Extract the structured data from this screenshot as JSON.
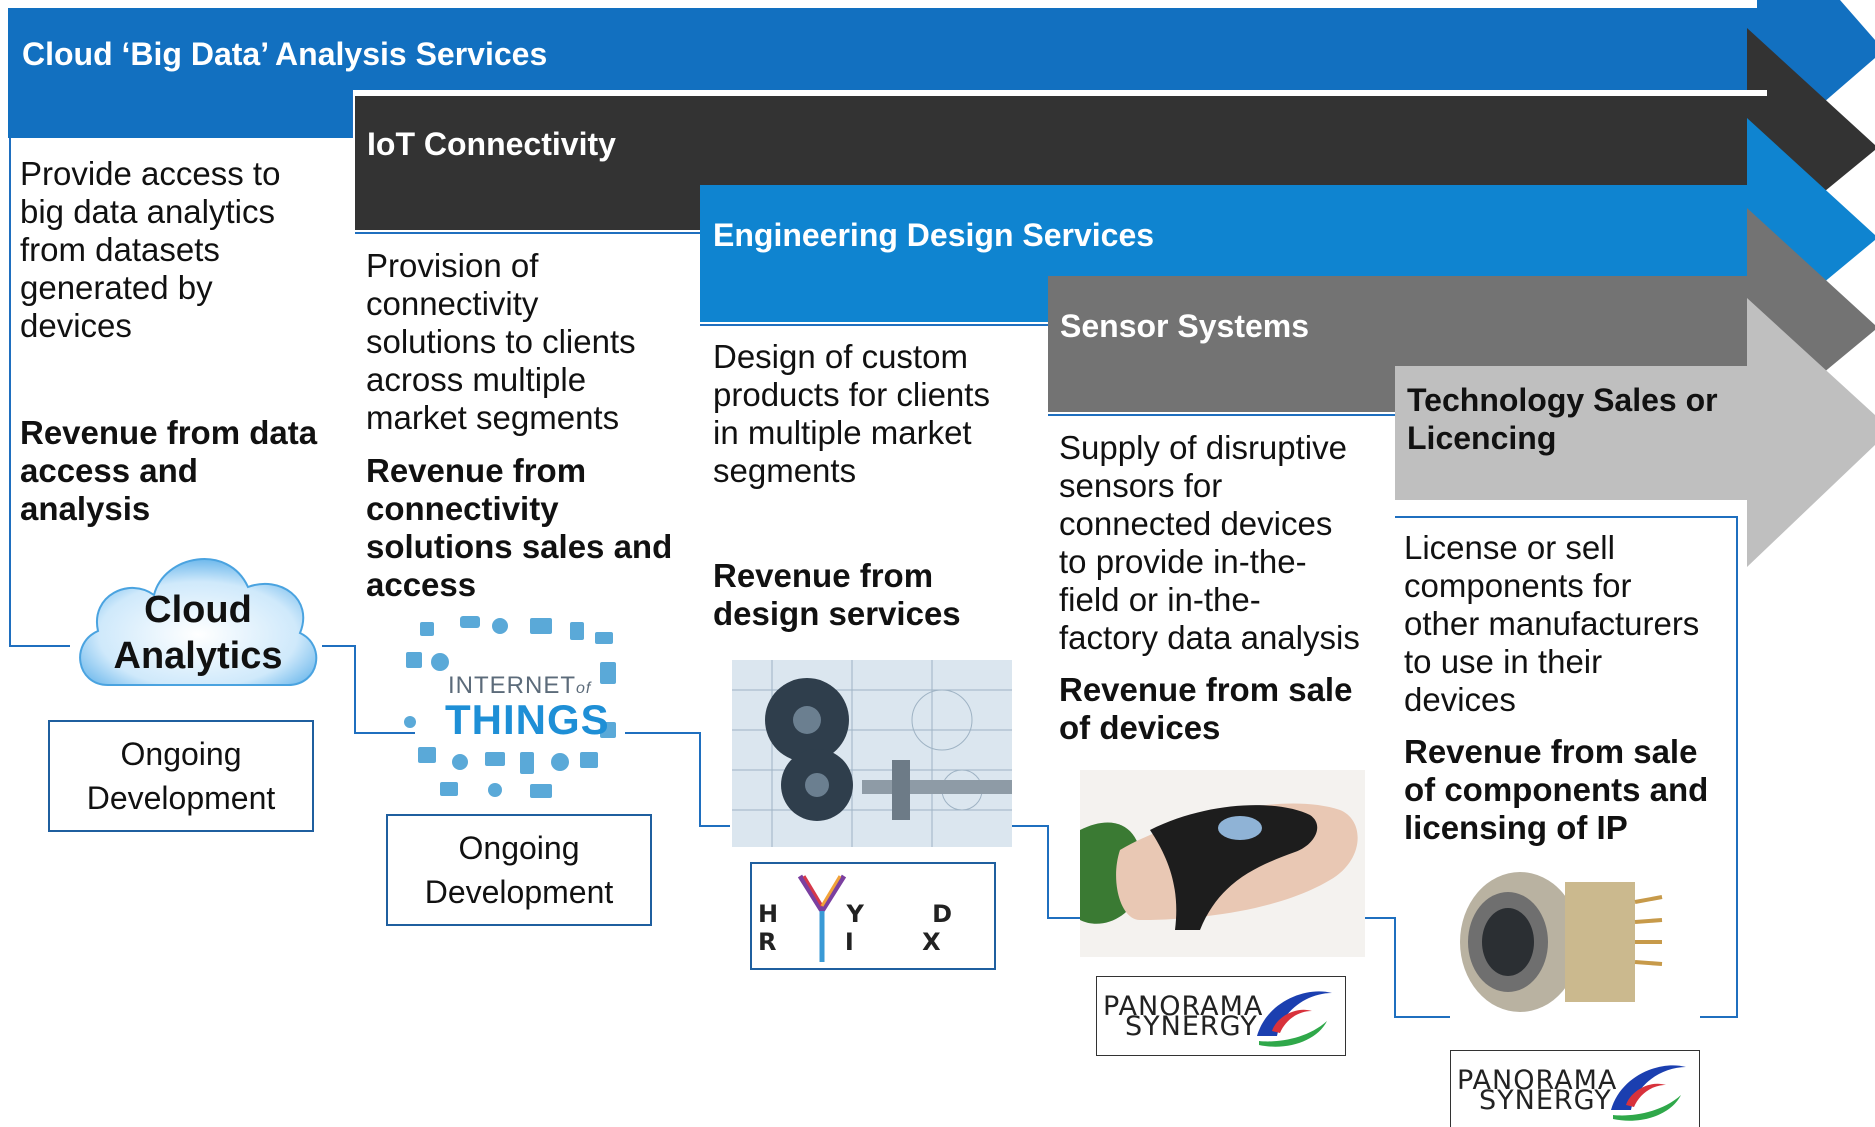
{
  "bands": [
    {
      "title": "Cloud ‘Big Data’ Analysis Services",
      "color": "#1270c0",
      "description": [
        "Provide access to",
        "big data analytics",
        "from datasets",
        "generated by",
        "devices"
      ],
      "revenue": [
        "Revenue from data",
        "access and",
        "analysis"
      ],
      "image_label": [
        "Cloud",
        "Analytics"
      ],
      "status": [
        "Ongoing",
        "Development"
      ]
    },
    {
      "title": "IoT Connectivity",
      "color": "#333333",
      "description": [
        "Provision of",
        "connectivity",
        "solutions to clients",
        "across multiple",
        "market segments"
      ],
      "revenue": [
        "Revenue from",
        "connectivity",
        "solutions sales and",
        "access"
      ],
      "image_label": [
        "INTERNET",
        "of",
        "THINGS"
      ],
      "status": [
        "Ongoing",
        "Development"
      ]
    },
    {
      "title": "Engineering Design Services",
      "color": "#0f84d0",
      "description": [
        "Design of custom",
        "products for clients",
        "in multiple market",
        "segments"
      ],
      "revenue": [
        "Revenue from",
        "design services"
      ],
      "logo": "H Y D R I X"
    },
    {
      "title": "Sensor Systems",
      "color": "#737373",
      "description": [
        "Supply of disruptive",
        "sensors for",
        "connected devices",
        "to provide in-the-",
        "field or in-the-",
        "factory data analysis"
      ],
      "revenue": [
        "Revenue from sale",
        "of devices"
      ],
      "logo": [
        "PANORAMA",
        "SYNERGY"
      ]
    },
    {
      "title": [
        "Technology Sales or",
        "Licencing"
      ],
      "color": "#bfbfbf",
      "description": [
        "License or sell",
        "components for",
        "other manufacturers",
        "to use in their",
        "devices"
      ],
      "revenue": [
        "Revenue from sale",
        "of components  and",
        "licensing of IP"
      ],
      "logo": [
        "PANORAMA",
        "SYNERGY"
      ]
    }
  ],
  "icons": {
    "cloud": "cloud-icon",
    "iot": "internet-of-things-icon",
    "gears": "gears-blueprint-photo",
    "handheld": "handheld-sensor-photo",
    "component": "sensor-component-photo"
  }
}
